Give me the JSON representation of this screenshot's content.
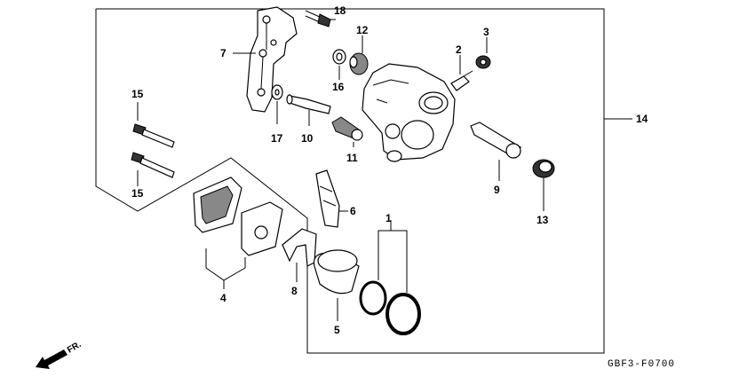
{
  "callouts": [
    {
      "id": "c1",
      "text": "1"
    },
    {
      "id": "c2",
      "text": "2"
    },
    {
      "id": "c3",
      "text": "3"
    },
    {
      "id": "c4",
      "text": "4"
    },
    {
      "id": "c5",
      "text": "5"
    },
    {
      "id": "c6",
      "text": "6"
    },
    {
      "id": "c7",
      "text": "7"
    },
    {
      "id": "c8",
      "text": "8"
    },
    {
      "id": "c9",
      "text": "9"
    },
    {
      "id": "c10",
      "text": "10"
    },
    {
      "id": "c11",
      "text": "11"
    },
    {
      "id": "c12",
      "text": "12"
    },
    {
      "id": "c13",
      "text": "13"
    },
    {
      "id": "c14",
      "text": "14"
    },
    {
      "id": "c15a",
      "text": "15"
    },
    {
      "id": "c15b",
      "text": "15"
    },
    {
      "id": "c16",
      "text": "16"
    },
    {
      "id": "c17",
      "text": "17"
    },
    {
      "id": "c18",
      "text": "18"
    }
  ],
  "direction_label": "FR.",
  "figure_code": "GBF3-F0700"
}
